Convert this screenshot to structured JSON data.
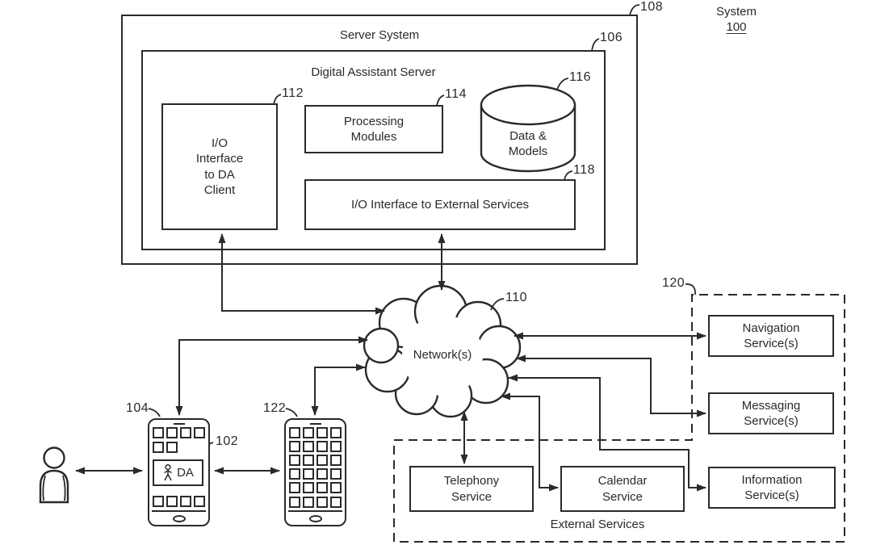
{
  "page": {
    "system_label": "System",
    "system_ref": "100"
  },
  "server_system": {
    "label": "Server System",
    "ref": "108"
  },
  "da_server": {
    "label": "Digital Assistant Server",
    "ref": "106"
  },
  "io_da_client": {
    "label": "I/O\nInterface\nto DA\nClient",
    "ref": "112"
  },
  "processing_modules": {
    "label": "Processing\nModules",
    "ref": "114"
  },
  "data_models": {
    "label": "Data &\nModels",
    "ref": "116"
  },
  "io_external": {
    "label": "I/O Interface to External Services",
    "ref": "118"
  },
  "network": {
    "label": "Network(s)",
    "ref": "110"
  },
  "user_device": {
    "ref": "104"
  },
  "da_client": {
    "label": "DA",
    "ref": "102"
  },
  "second_device": {
    "ref": "122"
  },
  "external_services": {
    "label": "External Services",
    "ref": "120",
    "navigation": {
      "label": "Navigation\nService(s)"
    },
    "messaging": {
      "label": "Messaging\nService(s)"
    },
    "information": {
      "label": "Information\nService(s)"
    },
    "telephony": {
      "label": "Telephony\nService"
    },
    "calendar": {
      "label": "Calendar\nService"
    }
  }
}
